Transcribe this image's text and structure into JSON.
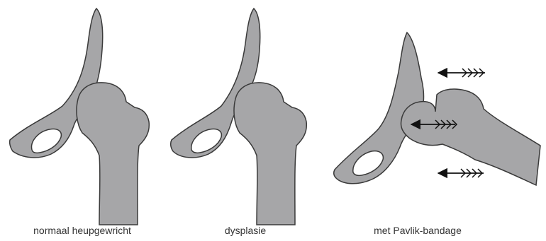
{
  "panels": [
    {
      "caption": "normaal heupgewricht"
    },
    {
      "caption": "dysplasie"
    },
    {
      "caption": "met Pavlik-bandage"
    }
  ],
  "colors": {
    "bone_fill": "#a6a6a8",
    "outline": "#3a3a3a",
    "arrow": "#111111",
    "background": "#ffffff"
  }
}
